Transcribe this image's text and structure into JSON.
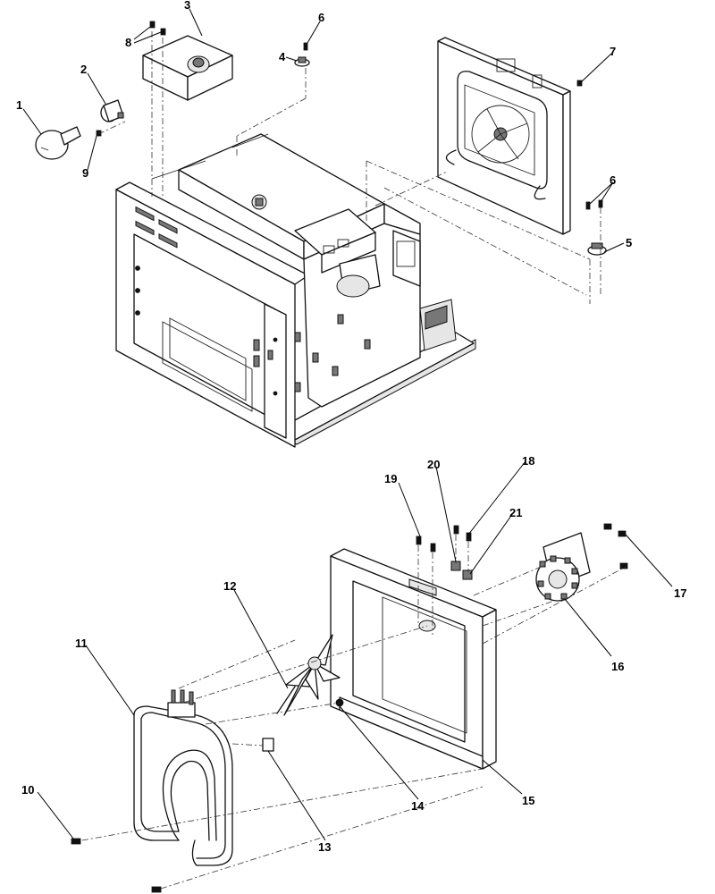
{
  "callouts": [
    {
      "id": "1",
      "text": "1"
    },
    {
      "id": "2",
      "text": "2"
    },
    {
      "id": "3",
      "text": "3"
    },
    {
      "id": "4",
      "text": "4"
    },
    {
      "id": "5",
      "text": "5"
    },
    {
      "id": "6a",
      "text": "6"
    },
    {
      "id": "6b",
      "text": "6"
    },
    {
      "id": "7",
      "text": "7"
    },
    {
      "id": "8",
      "text": "8"
    },
    {
      "id": "9",
      "text": "9"
    },
    {
      "id": "10",
      "text": "10"
    },
    {
      "id": "11",
      "text": "11"
    },
    {
      "id": "12",
      "text": "12"
    },
    {
      "id": "13",
      "text": "13"
    },
    {
      "id": "14",
      "text": "14"
    },
    {
      "id": "15",
      "text": "15"
    },
    {
      "id": "16",
      "text": "16"
    },
    {
      "id": "17",
      "text": "17"
    },
    {
      "id": "18",
      "text": "18"
    },
    {
      "id": "19",
      "text": "19"
    },
    {
      "id": "20",
      "text": "20"
    },
    {
      "id": "21",
      "text": "21"
    }
  ],
  "colors": {
    "line": "#111111",
    "background": "#ffffff"
  }
}
